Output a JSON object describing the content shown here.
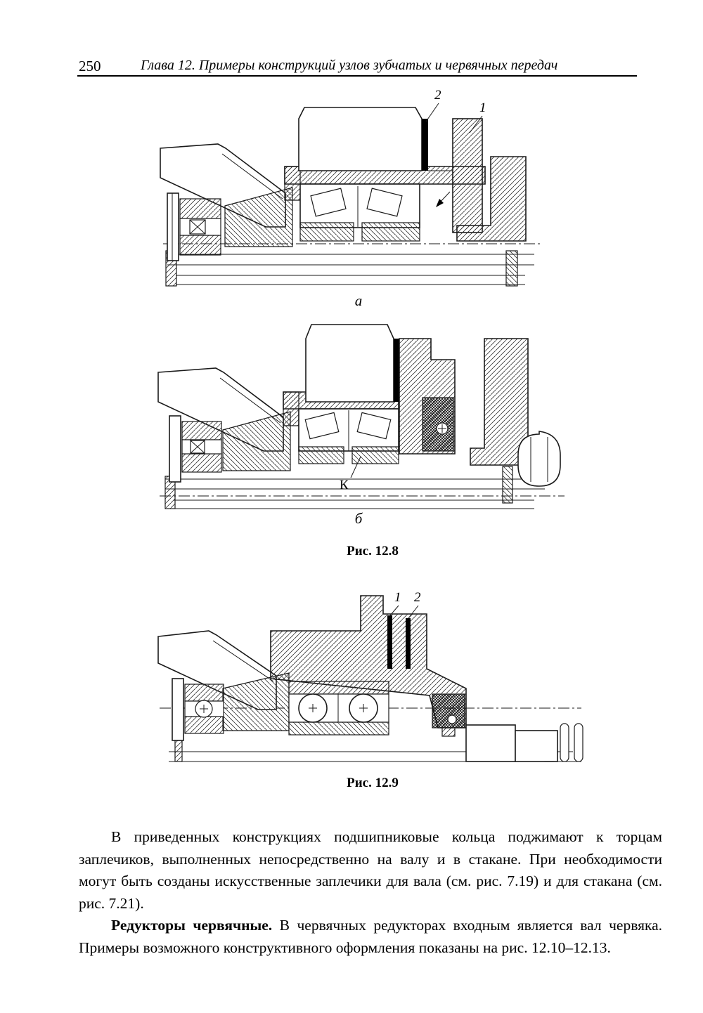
{
  "page": {
    "number": "250",
    "header": "Глава 12. Примеры конструкций узлов зубчатых и червячных передач"
  },
  "figures": {
    "fig128": {
      "caption": "Рис. 12.8",
      "sub_a": {
        "label": "а",
        "callout_2": "2",
        "callout_1": "1"
      },
      "sub_b": {
        "label": "б",
        "callout_k": "К"
      }
    },
    "fig129": {
      "caption": "Рис. 12.9",
      "callout_1": "1",
      "callout_2": "2"
    }
  },
  "body": {
    "para1": "В приведенных конструкциях подшипниковые кольца поджимают к торцам заплечиков, выполненных непосредственно на валу и в стакане. При необходимости могут быть созданы искусственные заплечики для вала (см. рис. 7.19) и для стакана (см. рис. 7.21).",
    "para2_lead": "Редукторы червячные.",
    "para2_rest": "В червячных редукторах входным является вал червяка. Примеры возможного конструктивного оформления показаны на рис. 12.10–12.13."
  }
}
